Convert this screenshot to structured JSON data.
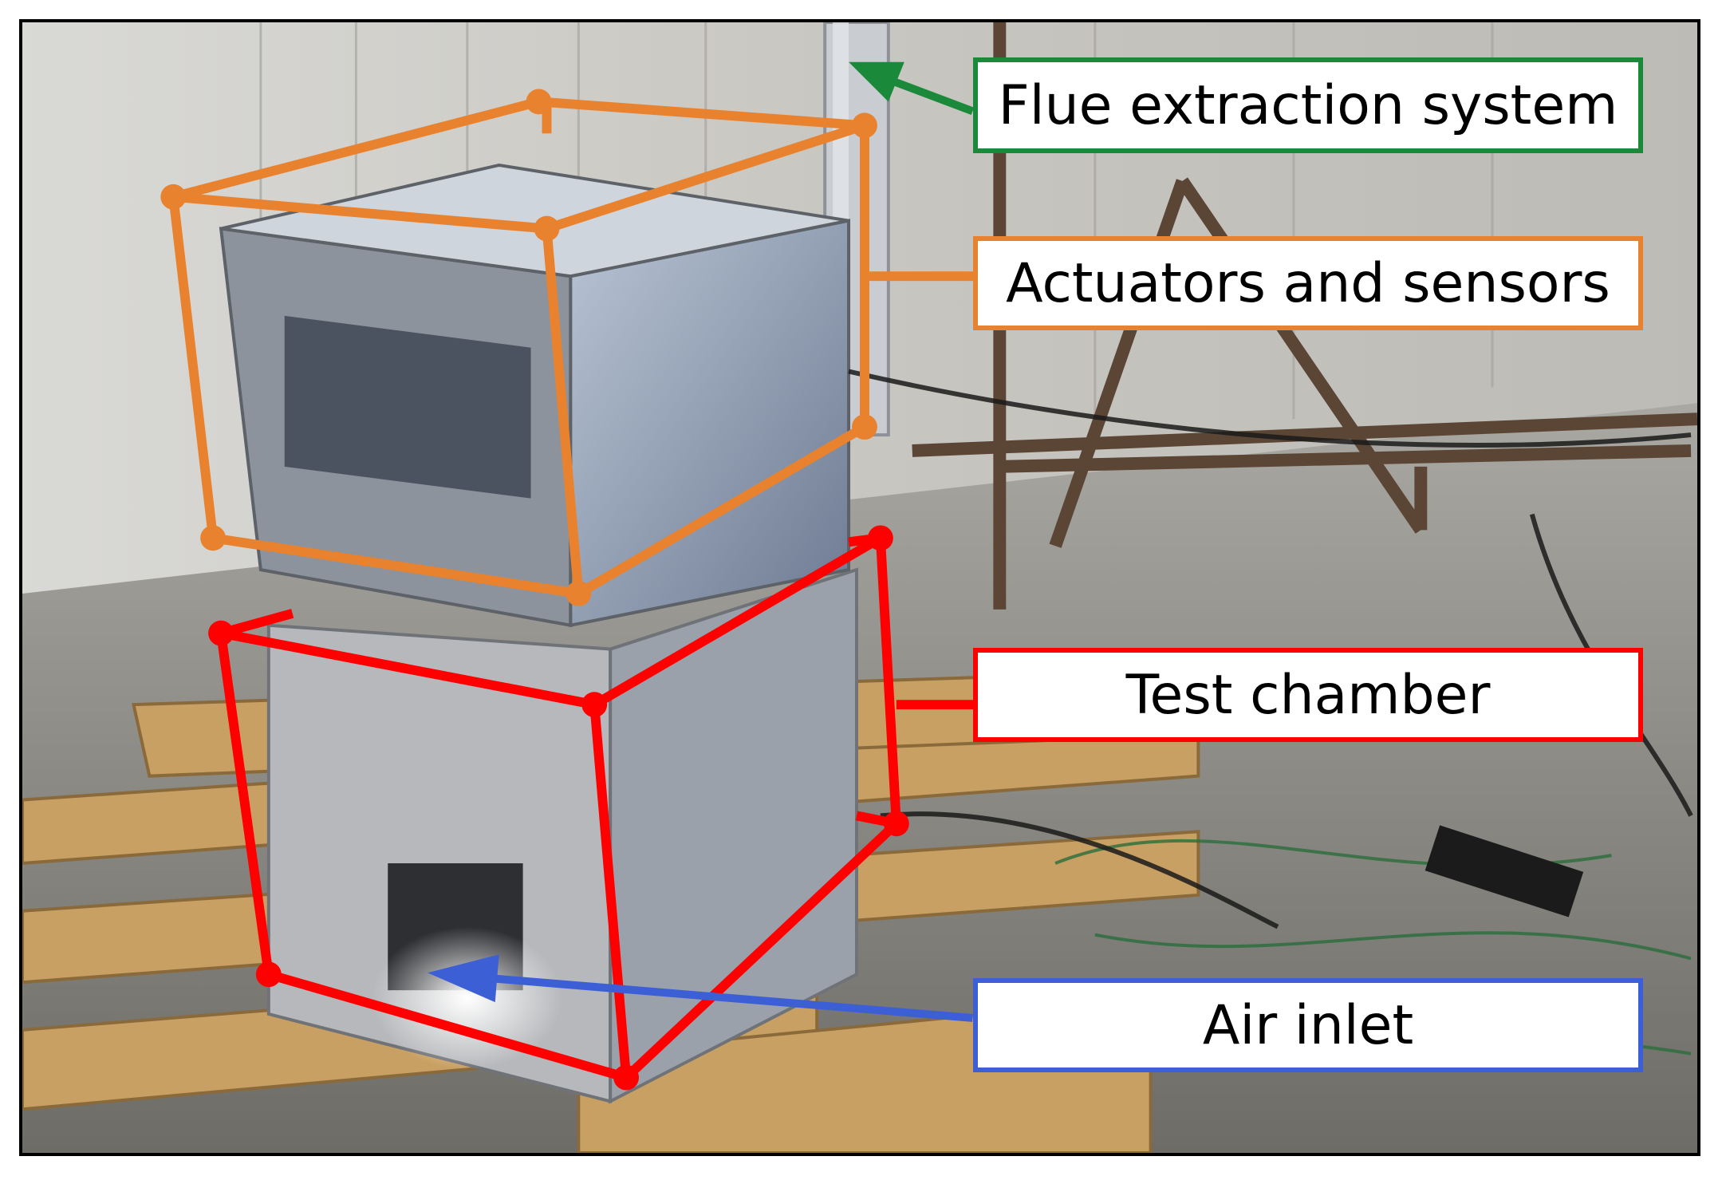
{
  "labels": {
    "flue": "Flue extraction system",
    "actuators": "Actuators and sensors",
    "test_chamber": "Test chamber",
    "air_inlet": "Air inlet"
  },
  "colors": {
    "flue": "#1a8a3a",
    "actuators": "#e8822e",
    "test_chamber": "#ff0000",
    "air_inlet": "#3d5fd6"
  }
}
